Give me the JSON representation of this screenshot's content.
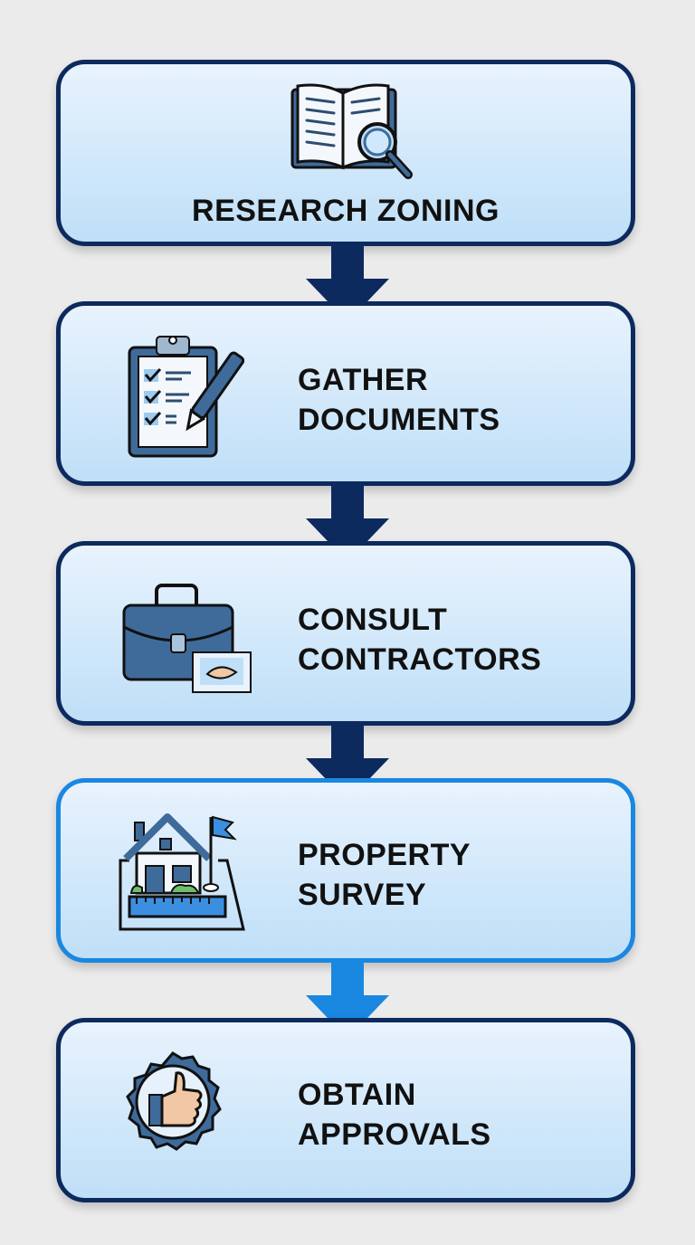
{
  "flow": {
    "steps": [
      {
        "label": "RESEARCH ZONING",
        "icon": "book-magnifier-icon"
      },
      {
        "line1": "GATHER",
        "line2": "DOCUMENTS",
        "icon": "clipboard-checklist-icon"
      },
      {
        "line1": "CONSULT",
        "line2": "CONTRACTORS",
        "icon": "briefcase-handshake-icon"
      },
      {
        "line1": "PROPERTY",
        "line2": "SURVEY",
        "icon": "house-survey-icon",
        "highlighted": true
      },
      {
        "line1": "OBTAIN",
        "line2": "APPROVALS",
        "icon": "thumbs-up-badge-icon"
      }
    ],
    "colors": {
      "border": "#0d2a5e",
      "highlight": "#1a87e0",
      "background": "#ebebeb"
    }
  }
}
